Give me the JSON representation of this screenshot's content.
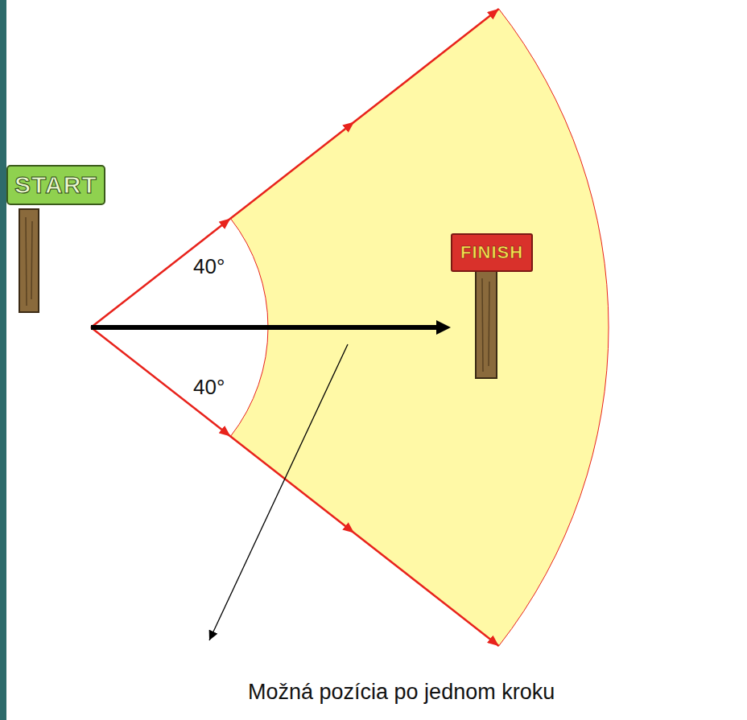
{
  "diagram": {
    "nodes": [
      {
        "text": [
          "START"
        ]
      },
      {
        "text": [
          "FINISH"
        ]
      }
    ],
    "edges": [
      {
        "from": 0,
        "to": 1,
        "arrow": "to"
      }
    ],
    "labels": [
      "40°",
      "40°",
      "Možná pozícia po jednom kroku"
    ]
  }
}
